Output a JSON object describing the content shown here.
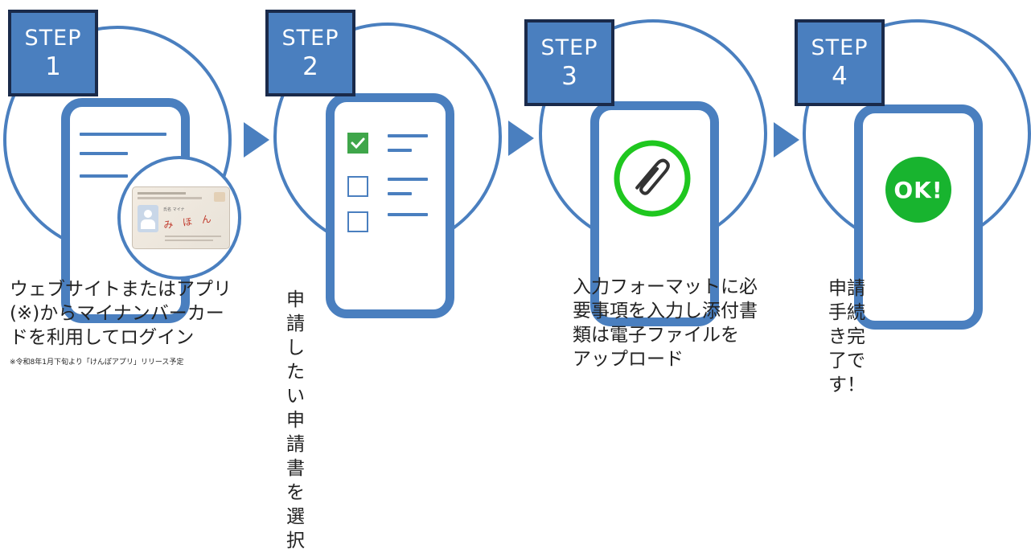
{
  "colors": {
    "accent": "#4a7fbf",
    "badge_border": "#1a2a4a",
    "ok_green": "#18b42f",
    "clip_green": "#1fc71f"
  },
  "steps": [
    {
      "label": "STEP",
      "number": "1",
      "caption": [
        "ウェブサイトまたはアプリ",
        "(※)からマイナンバーカー",
        "ドを利用してログイン"
      ],
      "note": "※令和8年1月下旬より「けんぽアプリ」リリース予定"
    },
    {
      "label": "STEP",
      "number": "2",
      "caption": [
        "申請したい申請書を選択"
      ],
      "checkboxes": [
        "checked",
        "unchecked",
        "unchecked"
      ],
      "checkbox_icon": "check-icon"
    },
    {
      "label": "STEP",
      "number": "3",
      "caption": [
        "入力フォーマットに必",
        "要事項を入力し添付書",
        "類は電子ファイルを",
        "アップロード"
      ],
      "icon": "paperclip-icon"
    },
    {
      "label": "STEP",
      "number": "4",
      "caption": [
        "申請手続き完了です！"
      ],
      "badge_text": "OK!"
    }
  ],
  "card": {
    "name_line": "氏名 マイナ",
    "name_kana": "み ほ ん",
    "icon": "id-card-icon"
  }
}
